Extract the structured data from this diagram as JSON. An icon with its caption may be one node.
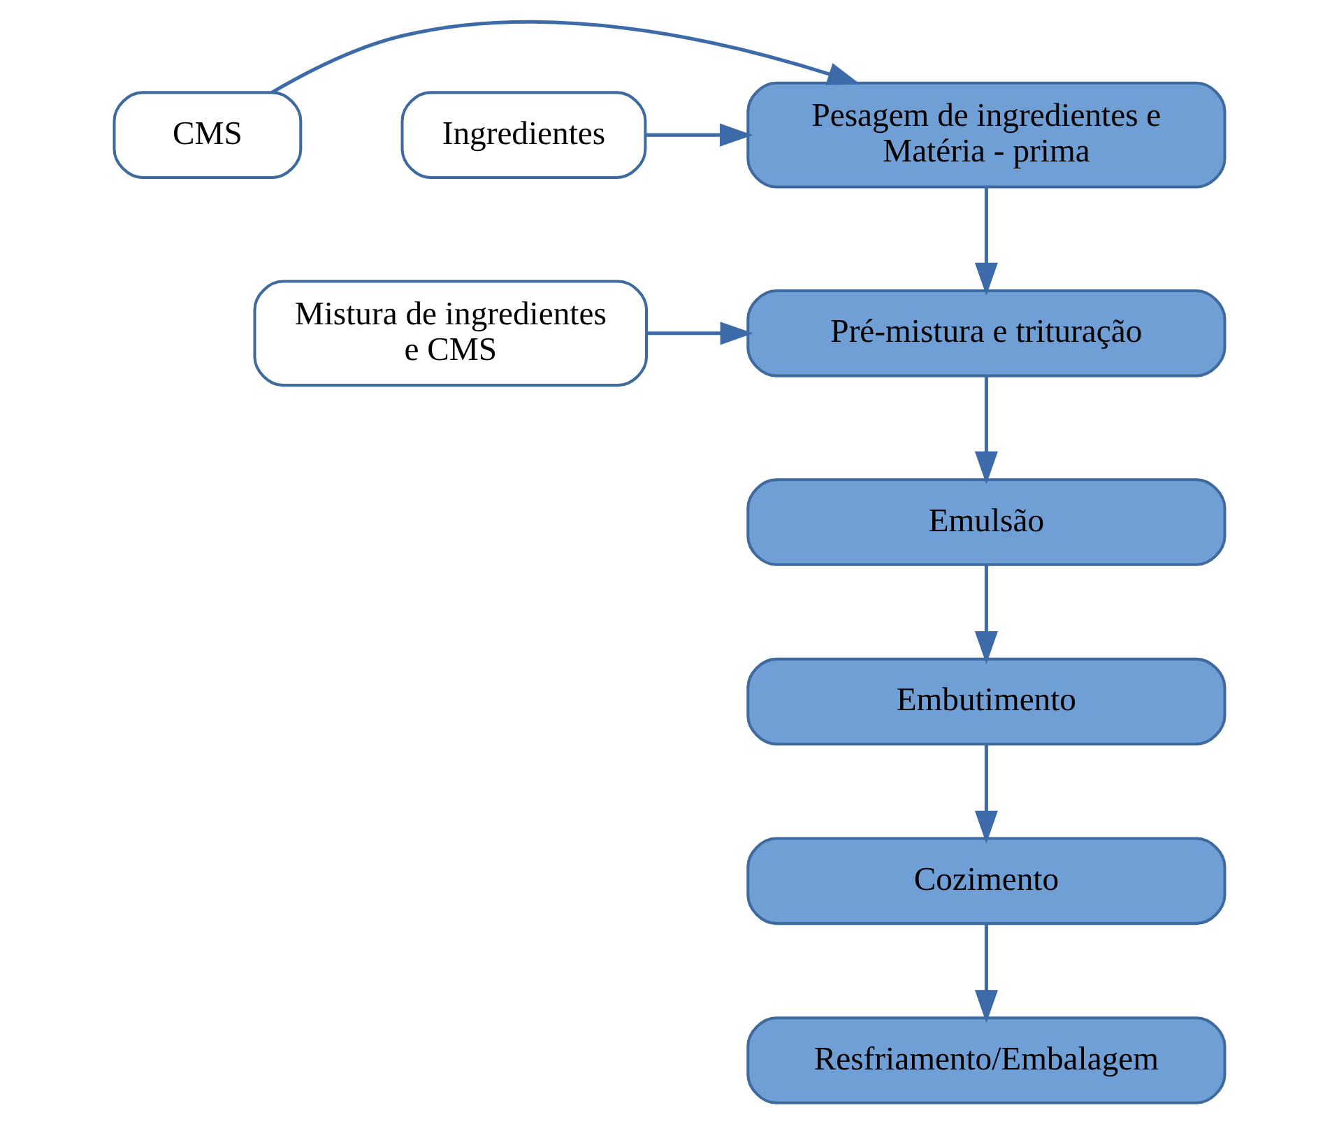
{
  "diagram": {
    "nodes": [
      {
        "text": [
          "CMS"
        ]
      },
      {
        "text": [
          "Pesagem de ingredientes e Matéria - prima"
        ]
      },
      {
        "text": [
          "Ingredientes"
        ]
      },
      {
        "text": [
          "Mistura de ingredientes e CMS"
        ]
      },
      {
        "text": [
          "Pré-mistura e trituração"
        ]
      },
      {
        "text": [
          "Emulsão"
        ]
      },
      {
        "text": [
          "Embutimento"
        ]
      },
      {
        "text": [
          "Cozimento"
        ]
      },
      {
        "text": [
          "Resfriamento/Embalagem"
        ]
      }
    ],
    "edges": [
      {
        "from": 0,
        "to": 1,
        "arrow": "to"
      },
      {
        "from": 2,
        "to": 1,
        "arrow": "to"
      },
      {
        "from": 1,
        "to": 4,
        "arrow": "to"
      },
      {
        "from": 3,
        "to": 4,
        "arrow": "to"
      },
      {
        "from": 4,
        "to": 5,
        "arrow": "to"
      },
      {
        "from": 5,
        "to": 6,
        "arrow": "to"
      },
      {
        "from": 6,
        "to": 7,
        "arrow": "to"
      },
      {
        "from": 7,
        "to": 8,
        "arrow": "to"
      }
    ]
  }
}
